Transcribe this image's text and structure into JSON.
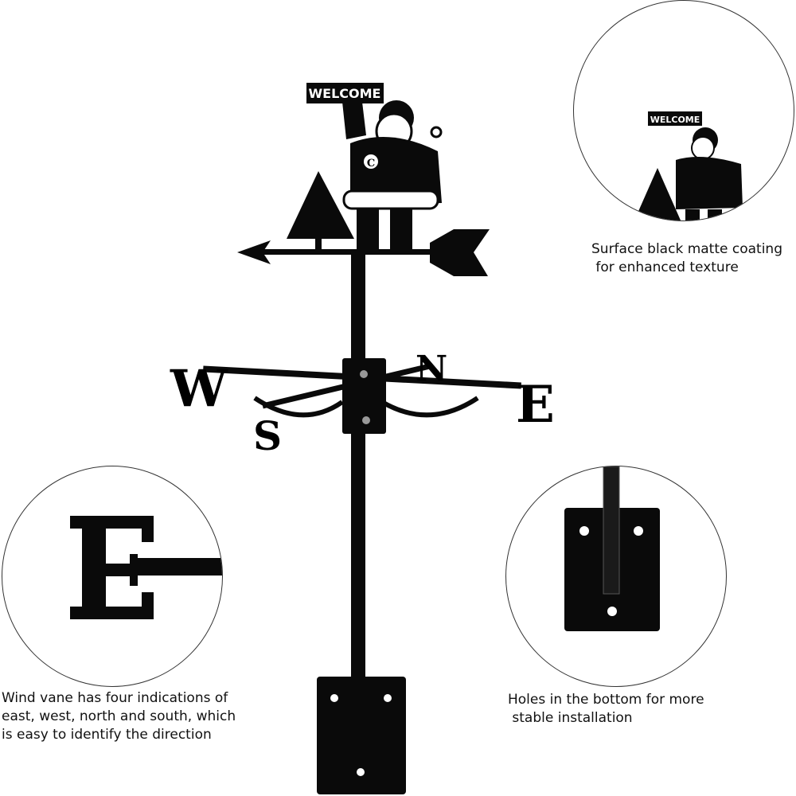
{
  "product": {
    "sign_text": "WELCOME",
    "shirt_letter": "C",
    "compass": {
      "west": "W",
      "east": "E",
      "north": "N",
      "south": "S"
    }
  },
  "callouts": {
    "coating": {
      "line1": "Surface black matte coating",
      "line2": " for enhanced texture"
    },
    "directions": {
      "line1": "Wind vane has four indications of",
      "line2": "east, west, north and south, which",
      "line3": "is easy to identify the direction"
    },
    "holes": {
      "line1": "Holes in the bottom for more",
      "line2": " stable installation"
    }
  },
  "colors": {
    "metal": "#0a0a0a",
    "background": "#ffffff",
    "circle_border": "#333333"
  }
}
